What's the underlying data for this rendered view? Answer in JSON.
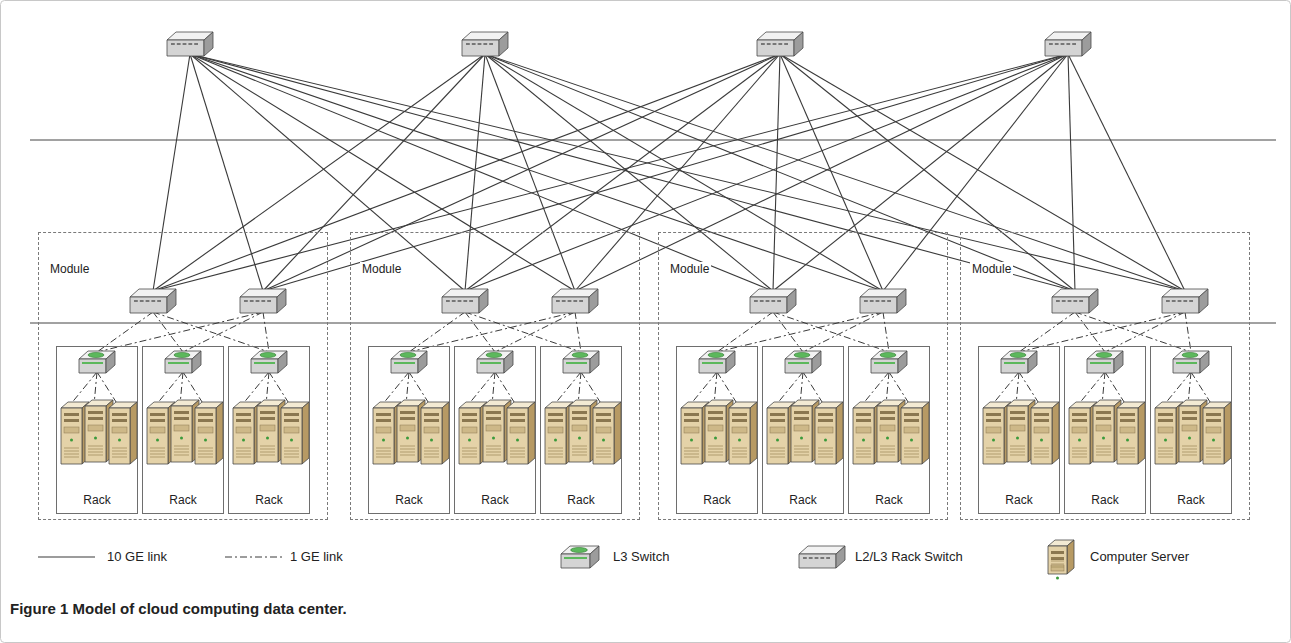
{
  "diagram": {
    "caption": "Figure 1 Model of cloud computing data center.",
    "nodes": [
      {
        "text": [
          "Module"
        ]
      },
      {
        "text": [
          "Rack"
        ],
        "in": 0
      },
      {
        "text": [
          "Rack"
        ],
        "in": 0
      },
      {
        "text": [
          "Rack"
        ],
        "in": 0
      },
      {
        "text": [
          "Module"
        ]
      },
      {
        "text": [
          "Rack"
        ],
        "in": 4
      },
      {
        "text": [
          "Rack"
        ],
        "in": 4
      },
      {
        "text": [
          "Rack"
        ],
        "in": 4
      },
      {
        "text": [
          "Module"
        ]
      },
      {
        "text": [
          "Rack"
        ],
        "in": 8
      },
      {
        "text": [
          "Rack"
        ],
        "in": 8
      },
      {
        "text": [
          "Rack"
        ],
        "in": 8
      },
      {
        "text": [
          "Module"
        ]
      },
      {
        "text": [
          "Rack"
        ],
        "in": 12
      },
      {
        "text": [
          "Rack"
        ],
        "in": 12
      },
      {
        "text": [
          "Rack"
        ],
        "in": 12
      }
    ],
    "legend": [
      {
        "text": "10 GE link"
      },
      {
        "text": "1 GE link"
      },
      {
        "text": "L3 Switch"
      },
      {
        "text": "L2/L3 Rack Switch"
      },
      {
        "text": "Computer Server"
      }
    ]
  }
}
